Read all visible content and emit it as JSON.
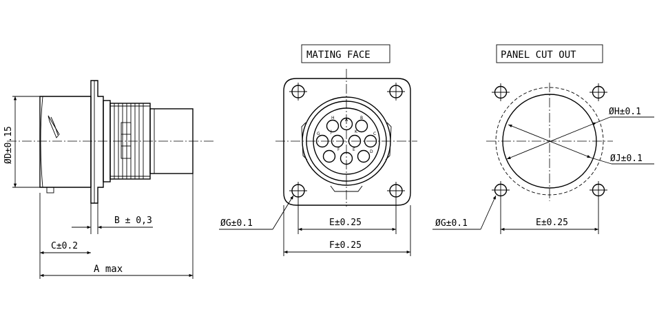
{
  "views": {
    "mating_face_title": "MATING FACE",
    "panel_cutout_title": "PANEL CUT OUT"
  },
  "dimensions": {
    "D": "ØD±0.15",
    "B": "B ± 0,3",
    "C": "C±0.2",
    "A": "A max",
    "G_left": "ØG±0.1",
    "E_left": "E±0.25",
    "F": "F±0.25",
    "H": "ØH±0.1",
    "J": "ØJ±0.1",
    "G_right": "ØG±0.1",
    "E_right": "E±0.25"
  },
  "contact_letters": [
    "A",
    "B",
    "C",
    "D",
    "E",
    "F",
    "G",
    "H",
    "J",
    "K"
  ]
}
